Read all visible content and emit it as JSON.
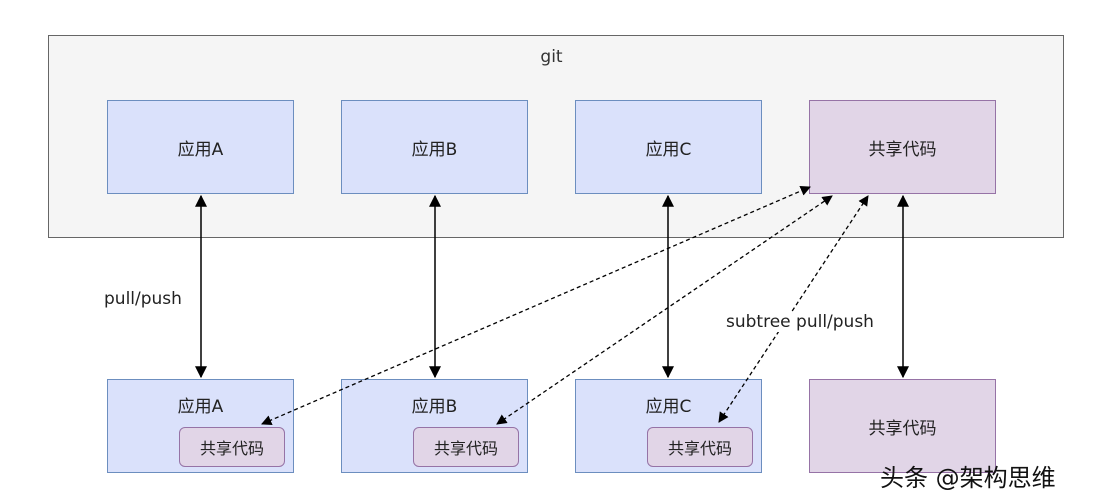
{
  "container": {
    "label": "git"
  },
  "top_nodes": [
    {
      "label": "应用A"
    },
    {
      "label": "应用B"
    },
    {
      "label": "应用C"
    },
    {
      "label": "共享代码"
    }
  ],
  "bottom_nodes": [
    {
      "label": "应用A",
      "inner": "共享代码"
    },
    {
      "label": "应用B",
      "inner": "共享代码"
    },
    {
      "label": "应用C",
      "inner": "共享代码"
    },
    {
      "label": "共享代码"
    }
  ],
  "edge_labels": {
    "pull_push": "pull/push",
    "subtree": "subtree pull/push"
  },
  "watermark": "头条 @架构思维",
  "colors": {
    "app_fill": "#dae1fb",
    "app_stroke": "#6c8ebf",
    "shared_fill": "#e1d5e7",
    "shared_stroke": "#9673a6",
    "container_fill": "#f5f5f5"
  }
}
